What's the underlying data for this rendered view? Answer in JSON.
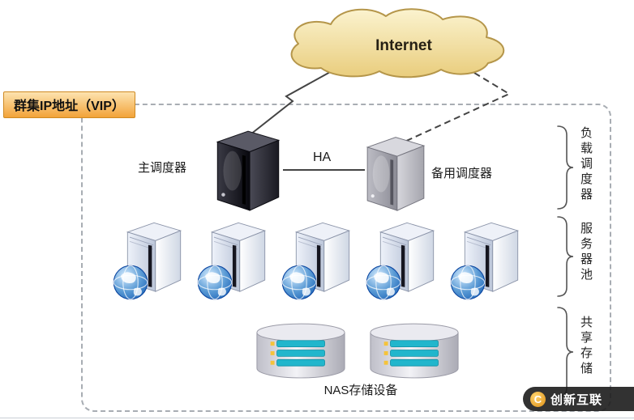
{
  "cloud": {
    "label": "Internet"
  },
  "vip": {
    "label": "群集IP地址（VIP）"
  },
  "dispatchers": {
    "primary_label": "主调度器",
    "backup_label": "备用调度器",
    "link_label": "HA"
  },
  "groups": [
    {
      "label": "负载调度器"
    },
    {
      "label": "服务器池"
    },
    {
      "label": "共享存储"
    }
  ],
  "storage": {
    "label": "NAS存储设备"
  },
  "watermark": {
    "logo": "C",
    "text": "创新互联"
  },
  "colors": {
    "cloud_fill_top": "#fbf3cf",
    "cloud_fill_bottom": "#e9cd7d",
    "cloud_stroke": "#b5964a",
    "vip_gradient_top": "#fde3b0",
    "vip_gradient_bottom": "#f2a339",
    "dashed_border": "#a8adb3",
    "connector_line": "#444444",
    "storage_bar_teal": "#21b6cc",
    "storage_led_yellow": "#f5c33b",
    "watermark_gold": "#e8a33d",
    "globe_blue": "#1c63b7"
  }
}
